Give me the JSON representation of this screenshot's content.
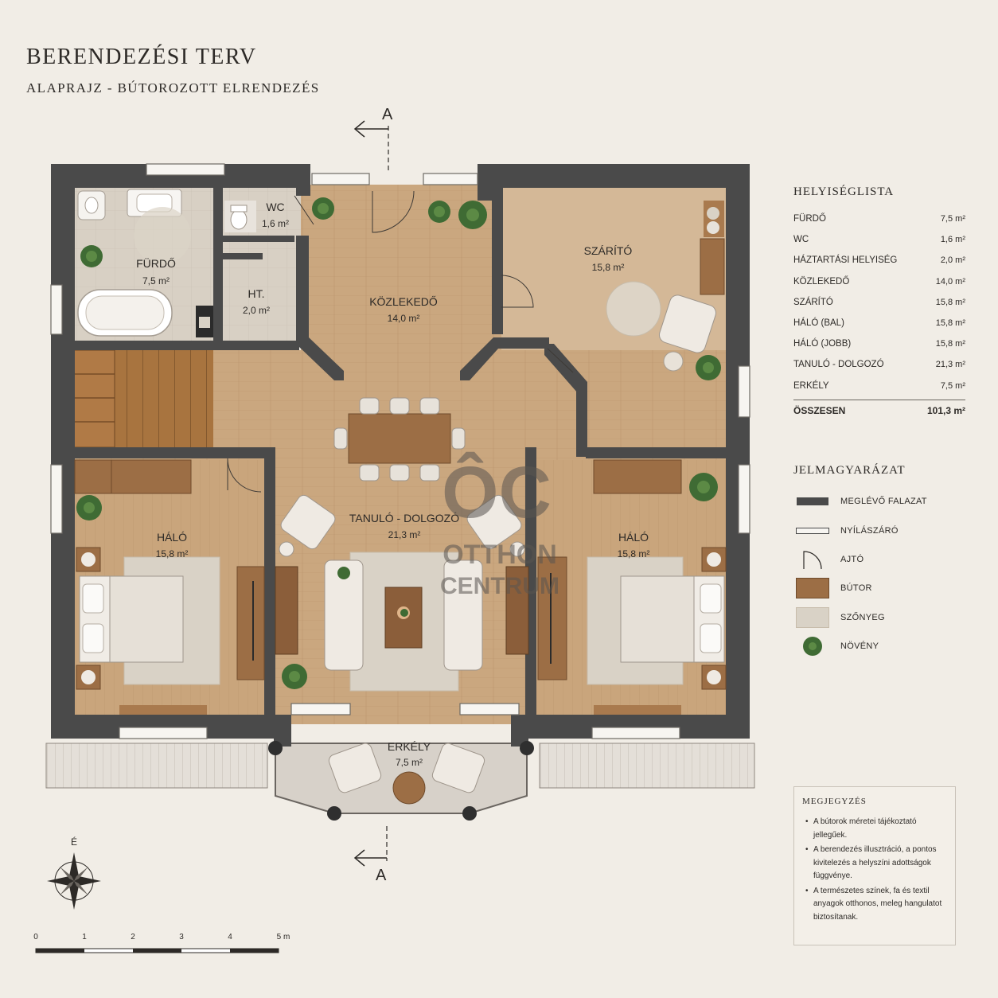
{
  "header": {
    "title": "BERENDEZÉSI TERV",
    "subtitle": "ALAPRAJZ - BÚTOROZOTT ELRENDEZÉS"
  },
  "plan": {
    "section_marker": "A",
    "north_label": "É",
    "rooms": {
      "furdo": {
        "name": "FÜRDŐ",
        "area": "7,5 m²"
      },
      "wc": {
        "name": "WC",
        "area": "1,6 m²"
      },
      "ht": {
        "name": "HT.",
        "area": "2,0 m²"
      },
      "kozlekedo": {
        "name": "KÖZLEKEDŐ",
        "area": "14,0 m²"
      },
      "szarito": {
        "name": "SZÁRÍTÓ",
        "area": "15,8 m²"
      },
      "halo_bal": {
        "name": "HÁLÓ",
        "area": "15,8 m²"
      },
      "halo_jobb": {
        "name": "HÁLÓ",
        "area": "15,8 m²"
      },
      "tanulo": {
        "name": "TANULÓ - DOLGOZÓ",
        "area": "21,3 m²"
      },
      "erkely": {
        "name": "ERKÉLY",
        "area": "7,5 m²"
      }
    },
    "watermark": {
      "mark": "ÔC",
      "line1": "OTTHON",
      "line2": "CENTRUM"
    },
    "scale_bar": {
      "ticks": [
        "0",
        "1",
        "2",
        "3",
        "4",
        "5 m"
      ]
    }
  },
  "room_list": {
    "title": "HELYISÉGLISTA",
    "items": [
      {
        "name": "FÜRDŐ",
        "area": "7,5 m²"
      },
      {
        "name": "WC",
        "area": "1,6 m²"
      },
      {
        "name": "HÁZTARTÁSI HELYISÉG",
        "area": "2,0 m²"
      },
      {
        "name": "KÖZLEKEDŐ",
        "area": "14,0 m²"
      },
      {
        "name": "SZÁRÍTÓ",
        "area": "15,8 m²"
      },
      {
        "name": "HÁLÓ (BAL)",
        "area": "15,8 m²"
      },
      {
        "name": "HÁLÓ (JOBB)",
        "area": "15,8 m²"
      },
      {
        "name": "TANULÓ - DOLGOZÓ",
        "area": "21,3 m²"
      },
      {
        "name": "ERKÉLY",
        "area": "7,5 m²"
      }
    ],
    "total": {
      "name": "ÖSSZESEN",
      "area": "101,3 m²"
    }
  },
  "legend": {
    "title": "JELMAGYARÁZAT",
    "items": [
      {
        "label": "MEGLÉVŐ FALAZAT",
        "icon": "wall-swatch-icon"
      },
      {
        "label": "NYÍLÁSZÁRÓ",
        "icon": "window-symbol-icon"
      },
      {
        "label": "AJTÓ",
        "icon": "door-swing-icon"
      },
      {
        "label": "BÚTOR",
        "icon": "furniture-swatch-icon"
      },
      {
        "label": "SZŐNYEG",
        "icon": "rug-swatch-icon"
      },
      {
        "label": "NÖVÉNY",
        "icon": "plant-icon"
      }
    ]
  },
  "notes": {
    "title": "MEGJEGYZÉS",
    "items": [
      "A bútorok méretei tájékoztató jellegűek.",
      "A berendezés illusztráció, a pontos kivitelezés a helyszíni adottságok függvénye.",
      "A természetes színek, fa és textil anyagok otthonos, meleg hangulatot biztosítanak."
    ]
  },
  "colors": {
    "wall": "#4a4a4a",
    "floor_wood": "#c9a57c",
    "floor_stone": "#d6ccbe",
    "furniture_wood": "#9c6e45",
    "rug": "#d9d2c6",
    "plant": "#3f6b34",
    "paper": "#f1ede6"
  }
}
